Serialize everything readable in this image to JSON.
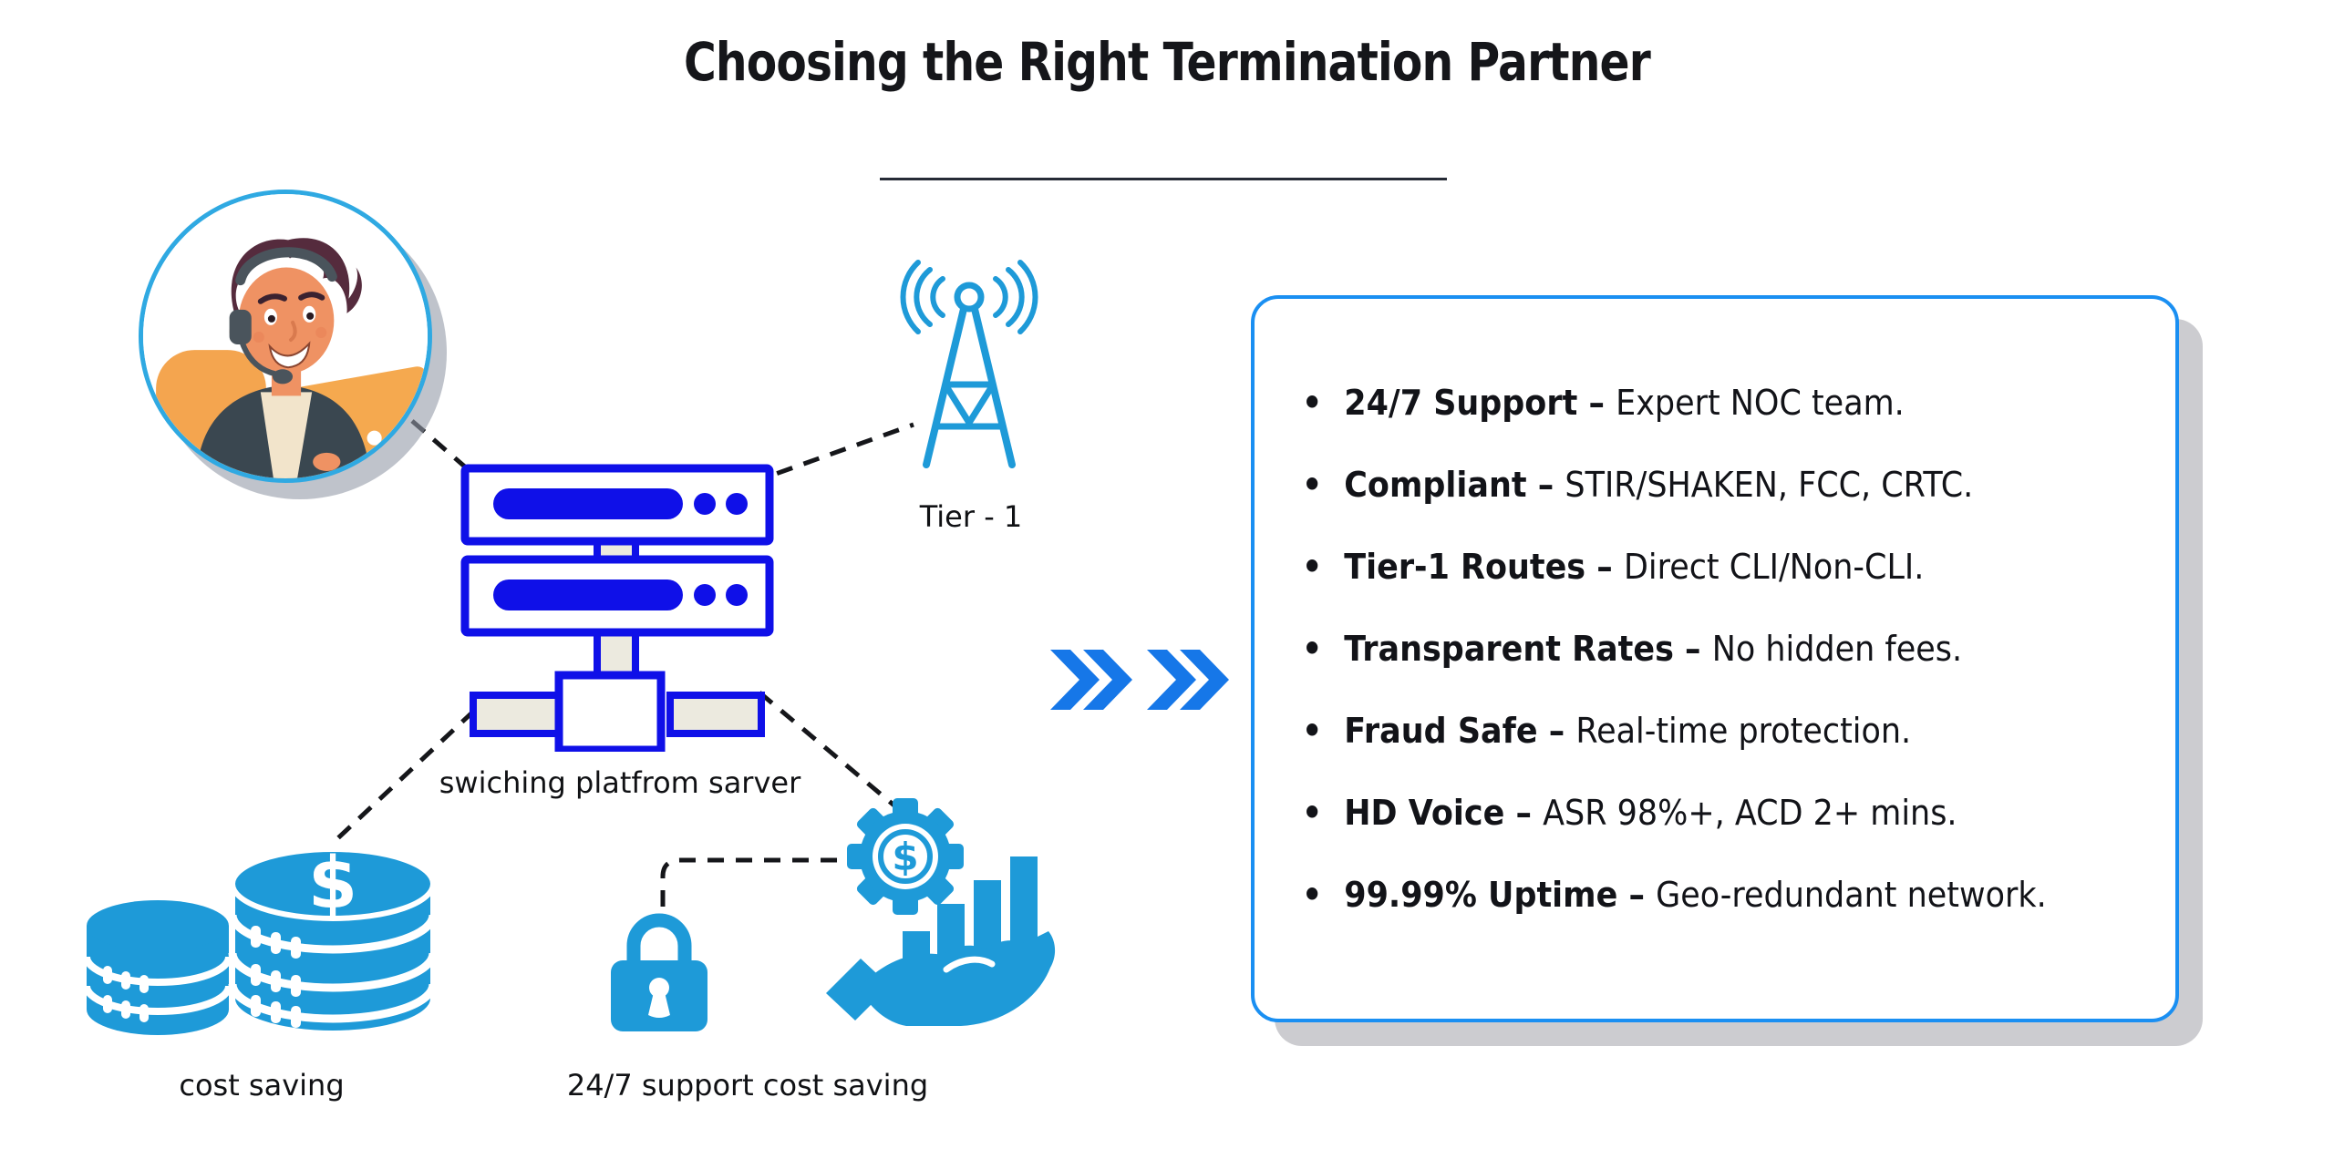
{
  "title": "Choosing the Right Termination Partner",
  "labels": {
    "server": "swiching platfrom sarver",
    "tower": "Tier - 1",
    "coins": "cost saving",
    "support": "24/7 support cost saving"
  },
  "benefits": {
    "separator": "–",
    "items": [
      {
        "label": "24/7 Support",
        "desc": "Expert NOC team."
      },
      {
        "label": "Compliant",
        "desc": "STIR/SHAKEN, FCC, CRTC."
      },
      {
        "label": "Tier-1 Routes",
        "desc": "Direct CLI/Non-CLI."
      },
      {
        "label": "Transparent Rates",
        "desc": "No hidden fees."
      },
      {
        "label": "Fraud Safe",
        "desc": "Real-time protection."
      },
      {
        "label": "HD Voice",
        "desc": "ASR 98%+, ACD 2+ mins."
      },
      {
        "label": "99.99% Uptime",
        "desc": "Geo-redundant network."
      }
    ]
  },
  "icons": {
    "avatar": "support-agent-avatar",
    "server": "switch-server-icon",
    "tower": "cell-tower-icon",
    "coins": "coin-stack-icon",
    "lock": "padlock-icon",
    "hand": "hand-gear-growth-icon",
    "chevrons": "double-chevron-right-icon"
  },
  "colors": {
    "bg_left": "#e4eefa",
    "bg_mid": "#ebe9f6",
    "bg_right": "#fdf6fb",
    "server_blue": "#0f10e8",
    "icon_blue": "#1e9ad8",
    "chevron_blue": "#1677e8",
    "box_border": "#1a8ff2",
    "text_dark": "#15161a",
    "avatar_ring": "#2fa9e2",
    "skin": "#ef9263",
    "hair": "#552b3d",
    "jacket": "#3a4750",
    "shirt": "#f2e4cb",
    "laptop": "#f5a94f",
    "headset": "#4a545c",
    "chair": "#f4a54f"
  }
}
